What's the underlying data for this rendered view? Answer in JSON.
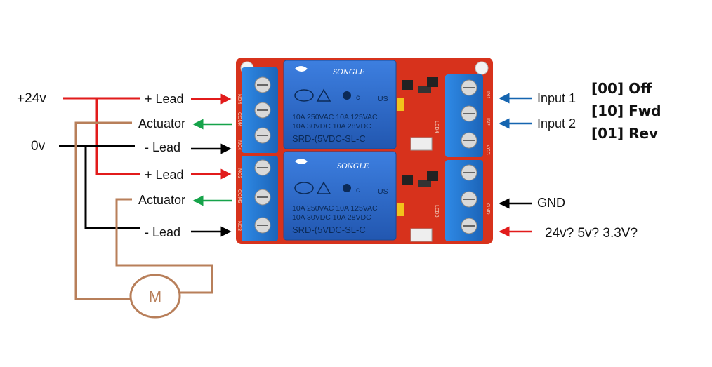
{
  "left_labels": {
    "supply_pos": "+24v",
    "supply_neg": "0v",
    "lead_pos_1": "+ Lead",
    "actuator_1": "Actuator",
    "lead_neg_1": "- Lead",
    "lead_pos_2": "+ Lead",
    "actuator_2": "Actuator",
    "lead_neg_2": "- Lead"
  },
  "right_labels": {
    "input_1": "Input 1",
    "input_2": "Input 2",
    "gnd": "GND",
    "vcc_question": "24v? 5v? 3.3V?"
  },
  "truth_table": [
    "[00] Off",
    "[10] Fwd",
    "[01] Rev"
  ],
  "motor": {
    "label": "M"
  },
  "relay_module": {
    "relays": [
      {
        "brand": "SONGLE",
        "cert": "c",
        "ul": "US",
        "rating_1": "10A 250VAC  10A 125VAC",
        "rating_2": "10A  30VDC  10A  28VDC",
        "model": "SRD-(5VDC-SL-C"
      },
      {
        "brand": "SONGLE",
        "cert": "c",
        "ul": "US",
        "rating_1": "10A 250VAC  10A 125VAC",
        "rating_2": "10A  30VDC  10A  28VDC",
        "model": "SRD-(5VDC-SL-C"
      }
    ],
    "pcb_labels_left": [
      "NO4",
      "COM4",
      "NC4",
      "NO3",
      "COM3",
      "NC3"
    ],
    "pcb_labels_right": [
      "IN1",
      "IN2",
      "VCC",
      "GND"
    ],
    "led_labels": [
      "LED4",
      "LED3"
    ]
  },
  "colors": {
    "positive_wire": "#e21b1b",
    "negative_wire": "#000000",
    "actuator_wire": "#b87f5a",
    "output_arrow": "#e21b1b",
    "input_arrow": "#1565b0",
    "actuator_arrow": "#16a34a",
    "pcb": "#d7321c",
    "relay_body": "#2a66c4",
    "terminal": "#2b7fd6"
  }
}
